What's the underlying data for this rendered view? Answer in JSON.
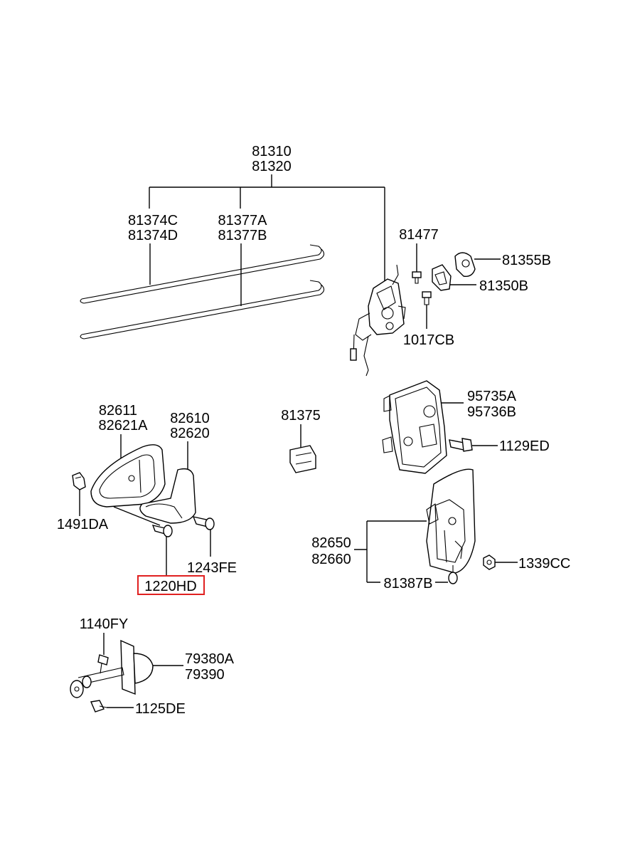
{
  "labels": {
    "a1": "81310",
    "a2": "81320",
    "b1": "81374C",
    "b2": "81374D",
    "c1": "81377A",
    "c2": "81377B",
    "d1": "81477",
    "e1": "81355B",
    "f1": "81350B",
    "g1": "1017CB",
    "h1": "82611",
    "h2": "82621A",
    "i1": "82610",
    "i2": "82620",
    "j1": "81375",
    "k1": "95735A",
    "k2": "95736B",
    "l1": "1129ED",
    "m1": "1491DA",
    "n1": "1243FE",
    "o1": "1220HD",
    "p1": "82650",
    "p2": "82660",
    "q1": "1339CC",
    "r1": "81387B",
    "s1": "1140FY",
    "t1": "79380A",
    "t2": "79390",
    "u1": "1125DE"
  },
  "highlight": {
    "target": "1220HD",
    "color": "#e02020"
  }
}
